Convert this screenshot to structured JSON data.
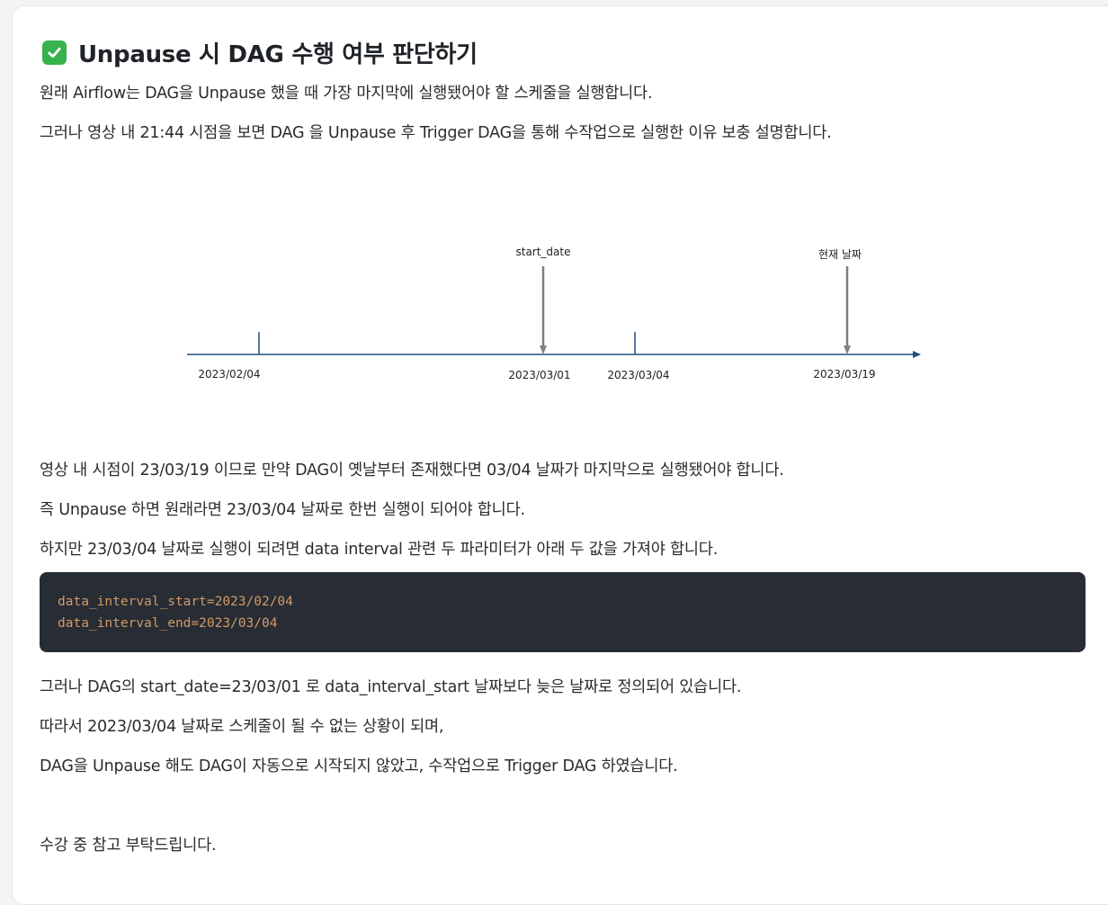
{
  "title": "Unpause 시 DAG 수행 여부 판단하기",
  "icons": {
    "title_icon": "check-box-icon",
    "title_icon_color": "#37b24d"
  },
  "intro": [
    "원래 Airflow는 DAG을 Unpause 했을 때 가장 마지막에 실행됐어야 할 스케줄을 실행합니다.",
    "그러나 영상 내 21:44 시점을 보면 DAG 을 Unpause 후 Trigger DAG을 통해 수작업으로 실행한 이유 보충 설명합니다."
  ],
  "diagram": {
    "ticks": [
      "2023/02/04",
      "2023/03/01",
      "2023/03/04",
      "2023/03/19"
    ],
    "arrows": [
      {
        "label": "start_date",
        "date": "2023/03/01"
      },
      {
        "label": "현재 날짜",
        "date": "2023/03/19"
      }
    ],
    "axis_color": "#1f4e79",
    "arrow_color": "#7f7f7f"
  },
  "body": [
    "영상 내 시점이 23/03/19 이므로 만약 DAG이 옛날부터 존재했다면 03/04 날짜가 마지막으로 실행됐어야 합니다.",
    "즉 Unpause 하면 원래라면 23/03/04 날짜로 한번 실행이 되어야 합니다.",
    "하지만 23/03/04 날짜로 실행이 되려면 data interval 관련 두 파라미터가 아래 두 값을 가져야 합니다."
  ],
  "code": {
    "lines": [
      "data_interval_start=2023/02/04",
      "data_interval_end=2023/03/04"
    ],
    "background": "#282c34",
    "text_color": "#d19a66"
  },
  "after": [
    "그러나 DAG의 start_date=23/03/01 로 data_interval_start 날짜보다 늦은 날짜로 정의되어 있습니다.",
    "따라서 2023/03/04 날짜로 스케줄이 될 수 없는 상황이 되며,",
    "DAG을 Unpause 해도 DAG이 자동으로 시작되지 않았고, 수작업으로 Trigger DAG 하였습니다."
  ],
  "closing": "수강 중 참고 부탁드립니다."
}
